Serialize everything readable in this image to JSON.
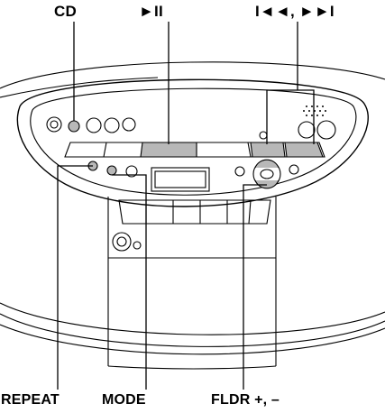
{
  "labels": {
    "cd": "CD",
    "play_pause": "►II",
    "skip": "I◄◄, ►►I",
    "repeat": "REPEAT",
    "mode": "MODE",
    "folder": "FLDR +, –"
  },
  "colors": {
    "highlight": "#b8b8b8",
    "line": "#000000",
    "background": "#ffffff"
  }
}
